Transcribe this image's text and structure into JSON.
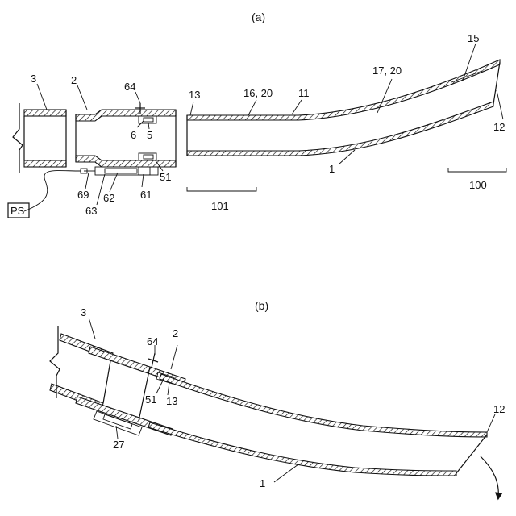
{
  "figure_a": {
    "title": "(a)",
    "labels": {
      "l3": "3",
      "l2": "2",
      "l64": "64",
      "l6": "6",
      "l5": "5",
      "l51": "51",
      "l69": "69",
      "l62": "62",
      "l63": "63",
      "l61": "61",
      "lPS": "PS",
      "l13": "13",
      "l16_20": "16, 20",
      "l11": "11",
      "l17_20": "17, 20",
      "l15": "15",
      "l12": "12",
      "l1": "1",
      "l101": "101",
      "l100": "100"
    }
  },
  "figure_b": {
    "title": "(b)",
    "labels": {
      "l3": "3",
      "l64": "64",
      "l2": "2",
      "l51": "51",
      "l13": "13",
      "l27": "27",
      "l12": "12",
      "l1": "1"
    }
  }
}
